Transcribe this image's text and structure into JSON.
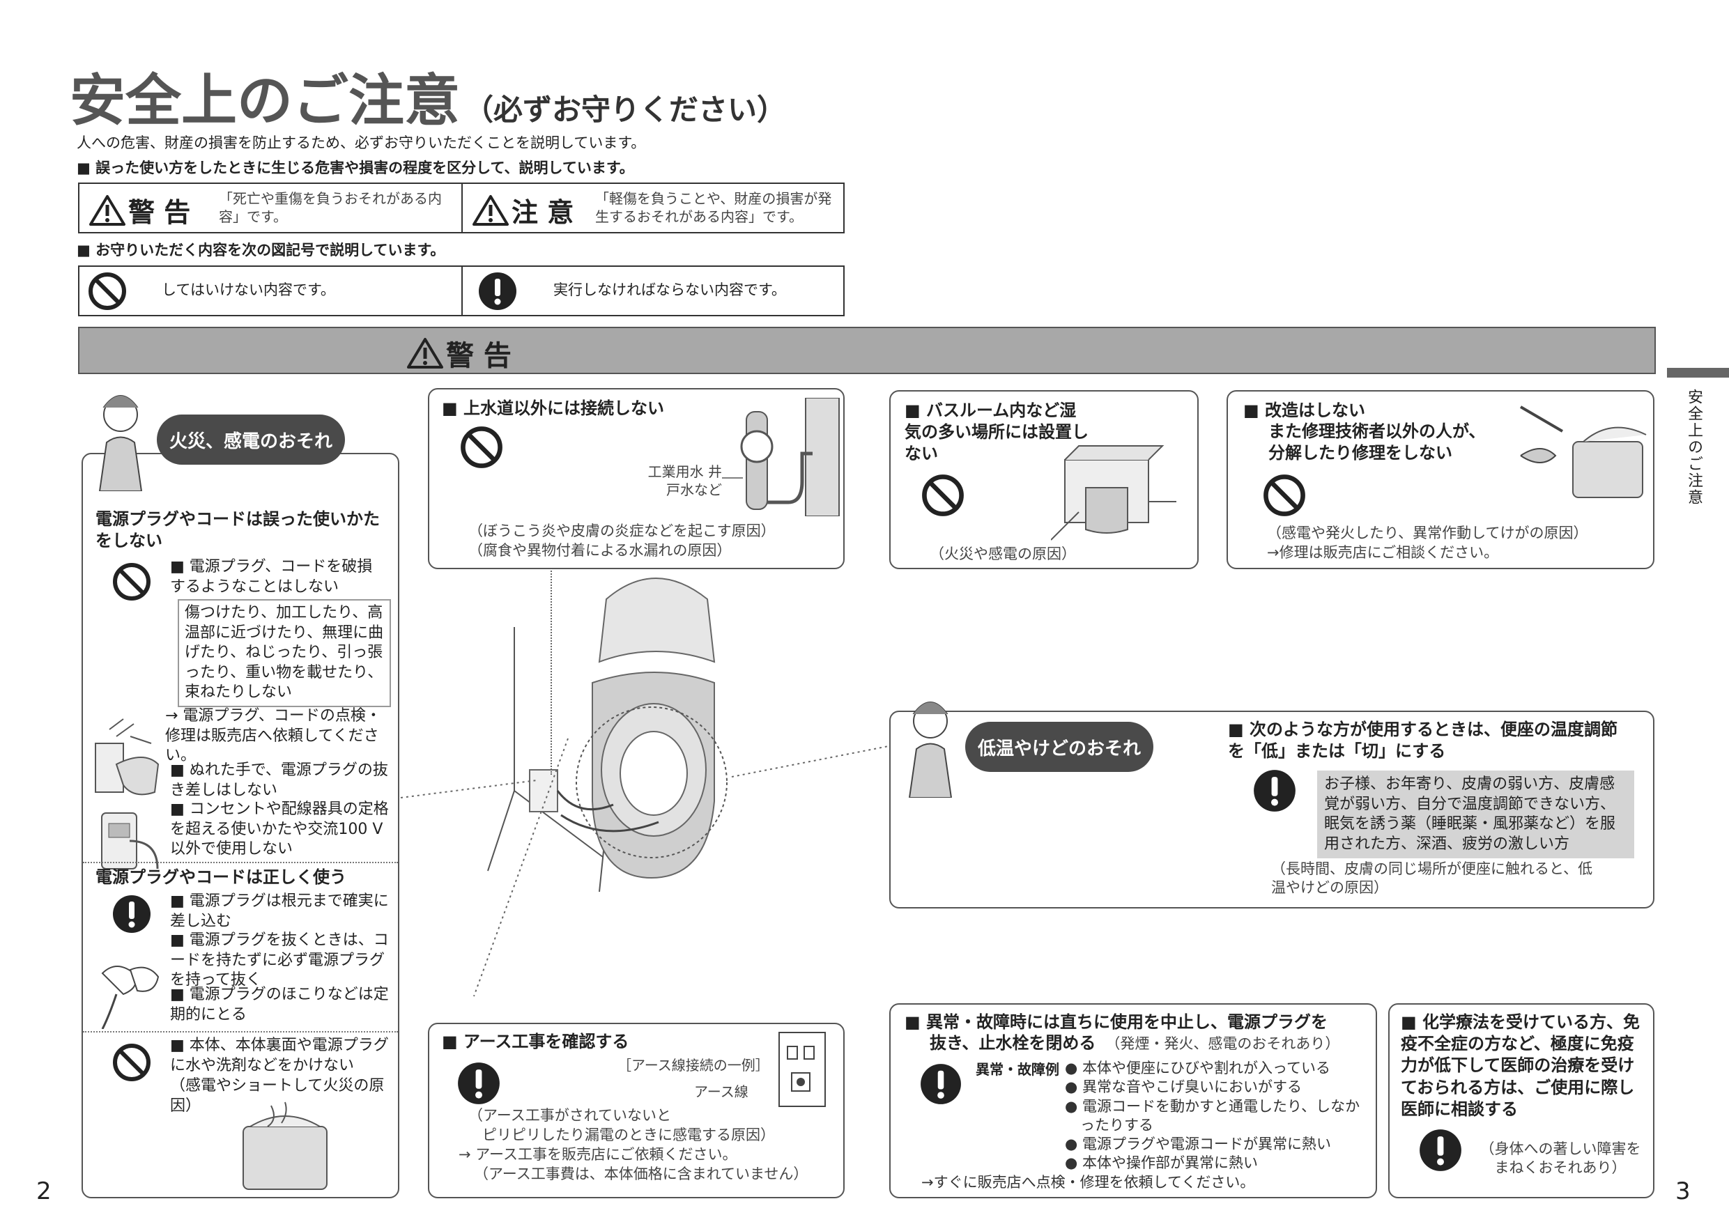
{
  "page": {
    "title": "安全上のご注意",
    "title_paren": "（必ずお守りください）",
    "intro": "人への危害、財産の損害を防止するため、必ずお守りいただくことを説明しています。",
    "sec1_heading": "■ 誤った使い方をしたときに生じる危害や損害の程度を区分して、説明しています。",
    "warning_label": "警 告",
    "warning_desc": "「死亡や重傷を負うおそれがある内容」です。",
    "caution_label": "注 意",
    "caution_desc": "「軽傷を負うことや、財産の損害が発生するおそれがある内容」です。",
    "sec2_heading": "■ お守りいただく内容を次の図記号で説明しています。",
    "prohibit_desc": "してはいけない内容です。",
    "mandatory_desc": "実行しなければならない内容です。",
    "banner_label": "警 告",
    "side_tab": "安全上のご注意",
    "page_left": "2",
    "page_right": "3"
  },
  "left_panel": {
    "cloud": "火災、感電のおそれ",
    "h1": "電源プラグやコードは誤った使いかたをしない",
    "item1": "電源プラグ、コードを破損するようなことはしない",
    "note1": "傷つけたり、加工したり、高温部に近づけたり、無理に曲げたり、ねじったり、引っ張ったり、重い物を載せたり、束ねたりしない",
    "item2": "→ 電源プラグ、コードの点検・修理は販売店へ依頼してください。",
    "item3": "ぬれた手で、電源プラグの抜き差しはしない",
    "item4": "コンセントや配線器具の定格を超える使いかたや交流100 V以外で使用しない",
    "h2": "電源プラグやコードは正しく使う",
    "item5": "電源プラグは根元まで確実に差し込む",
    "item6": "電源プラグを抜くときは、コードを持たずに必ず電源プラグを持って抜く",
    "item7": "電源プラグのほこりなどは定期的にとる",
    "item8": "本体、本体裏面や電源プラグに水や洗剤などをかけない",
    "item8_reason": "（感電やショートして火災の原因）"
  },
  "water_box": {
    "title": "上水道以外には接続しない",
    "label": "工業用水 井戸水など",
    "reason1": "（ぼうこう炎や皮膚の炎症などを起こす原因）",
    "reason2": "（腐食や異物付着による水漏れの原因）"
  },
  "bath_box": {
    "title": "バスルーム内など湿気の多い場所には設置しない",
    "reason": "（火災や感電の原因）"
  },
  "modify_box": {
    "title1": "改造はしない",
    "title2": "また修理技術者以外の人が、分解したり修理をしない",
    "reason1": "（感電や発火したり、異常作動してけがの原因）",
    "reason2": "→修理は販売店にご相談ください。"
  },
  "lowtemp_box": {
    "cloud": "低温やけどのおそれ",
    "title": "次のような方が使用するときは、便座の温度調節を「低」または「切」にする",
    "note": "お子様、お年寄り、皮膚の弱い方、皮膚感覚が弱い方、自分で温度調節できない方、眠気を誘う薬（睡眠薬・風邪薬など）を服用された方、深酒、疲労の激しい方",
    "reason": "（長時間、皮膚の同じ場所が便座に触れると、低温やけどの原因）"
  },
  "earth_box": {
    "title": "アース工事を確認する",
    "example": "［アース線接続の一例］",
    "earth_label": "アース線",
    "reason1": "（アース工事がされていないと",
    "reason2": "ピリピリしたり漏電のときに感電する原因）",
    "reason3": "→ アース工事を販売店にご依頼ください。",
    "reason4": "（アース工事費は、本体価格に含まれていません）"
  },
  "fault_box": {
    "title1": "異常・故障時には直ちに使用を中止し、電源プラグを",
    "title2": "抜き、止水栓を閉める",
    "title_paren": "（発煙・発火、感電のおそれあり）",
    "example_label": "異常・故障例",
    "items": [
      "本体や便座にひびや割れが入っている",
      "異常な音やこげ臭いにおいがする",
      "電源コードを動かすと通電したり、しなかったりする",
      "電源プラグや電源コードが異常に熱い",
      "本体や操作部が異常に熱い"
    ],
    "footer": "→すぐに販売店へ点検・修理を依頼してください。"
  },
  "chemo_box": {
    "title": "化学療法を受けている方、免疫不全症の方など、極度に免疫力が低下して医師の治療を受けておられる方は、ご使用に際し医師に相談する",
    "reason": "（身体への著しい障害をまねくおそれあり）"
  },
  "colors": {
    "banner": "#a8a8a8",
    "cloud": "#4a4a4a",
    "note": "#d4d4d4",
    "side_tab": "#666666"
  }
}
